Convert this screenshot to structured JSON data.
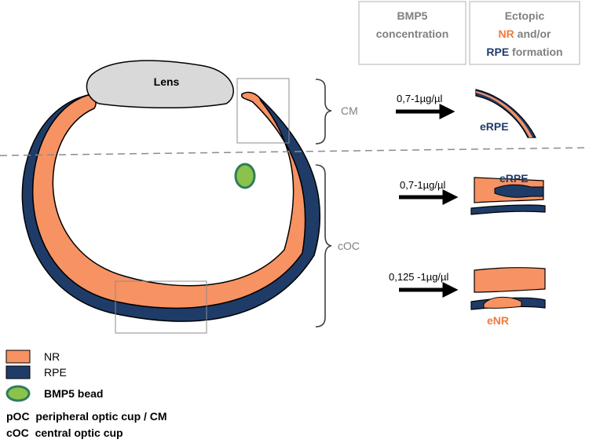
{
  "header": {
    "col1_line1": "BMP5",
    "col1_line2": "concentration",
    "col2_line1": "Ectopic",
    "col2_line2_a": "NR",
    "col2_line2_b": " and/or",
    "col2_line3_a": "RPE",
    "col2_line3_b": " formation"
  },
  "labels": {
    "lens": "Lens",
    "cm": "CM",
    "coc": "cOC"
  },
  "rows": [
    {
      "concentration": "0,7-1µg/µl",
      "result": "eRPE"
    },
    {
      "concentration": "0,7-1µg/µl",
      "result": "eRPE"
    },
    {
      "concentration": "0,125 -1µg/µl",
      "result": "eNR"
    }
  ],
  "legend": {
    "nr": "NR",
    "rpe": "RPE",
    "bead": "BMP5 bead",
    "poc": "pOC  peripheral optic cup / CM",
    "coc": "cOC  central optic cup"
  },
  "colors": {
    "nr": "#F79263",
    "rpe": "#1F3C68",
    "bead_fill": "#8BC34A",
    "bead_stroke": "#2E7D5B",
    "lens": "#D9D9D9",
    "nr_text": "#F07A3E",
    "rpe_text": "#1F3C68",
    "header_text": "#808080"
  }
}
